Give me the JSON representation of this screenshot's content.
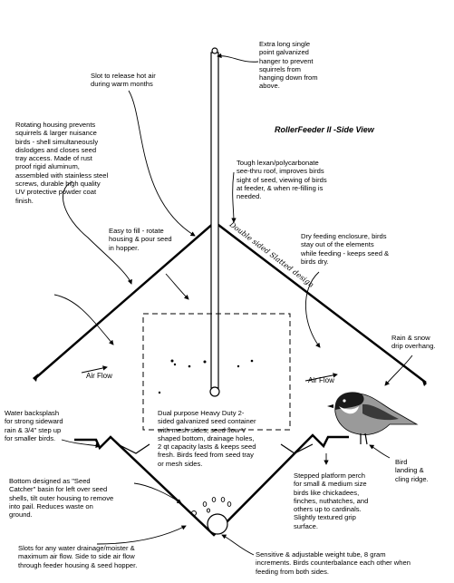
{
  "title": "RollerFeeder II -Side View",
  "script_label": "Double sided Slatted design",
  "labels": {
    "hanger": "Extra long single\npoint galvanized\nhanger to prevent\nsquirrels from\nhanging down from\nabove.",
    "slot_hot_air": "Slot to release hot air\nduring warm months",
    "rotating_housing": "Rotating housing prevents\nsquirrels & larger nuisance\nbirds - shell simultaneously\ndislodges and closes seed\ntray access. Made of rust\nproof rigid aluminum,\nassembled with stainless steel\nscrews, durable high quality\nUV protective powder coat\nfinish.",
    "roof": "Tough lexan/polycarbonate\nsee-thru roof, improves birds\nsight of seed, viewing of birds\nat feeder, & when re-filling is\nneeded.",
    "easy_fill": "Easy to fill - rotate\nhousing & pour seed\nin hopper.",
    "dry_enclosure": "Dry feeding enclosure, birds\nstay out of the elements\nwhile feeding - keeps seed &\nbirds dry.",
    "rain_drip": "Rain & snow\ndrip overhang.",
    "air_flow_left": "Air Flow",
    "air_flow_right": "Air Flow",
    "backsplash": "Water backsplash\nfor strong sideward\nrain & 3/4\" step up\nfor smaller birds.",
    "container": "Dual purpose Heavy Duty 2-\nsided galvanized seed container\nwith mesh sides, seed flow V\nshaped bottom, drainage holes,\n2 qt capacity lasts & keeps seed\nfresh. Birds feed from seed tray\nor mesh sides.",
    "landing": "Bird\nlanding &\ncling ridge.",
    "seed_catcher": "Bottom designed as \"Seed\nCatcher\" basin for left over seed\nshells, tilt outer housing to remove\ninto pail. Reduces waste on\nground.",
    "perch": "Stepped platform perch\nfor small & medium size\nbirds like chickadees,\nfinches, nuthatches, and\nothers up to cardinals.\nSlightly textured grip\nsurface.",
    "slots_drainage": "Slots for any water drainage/moister &\nmaximum air flow. Side to side air flow\nthrough feeder housing & seed hopper.",
    "weight_tube": "Sensitive & adjustable weight tube, 8 gram\nincrements. Birds counterbalance each other when\nfeeding from both sides."
  },
  "colors": {
    "ink": "#000000",
    "paper": "#ffffff",
    "bird_dark": "#1a1a1a",
    "bird_light": "#9a9a9a"
  }
}
